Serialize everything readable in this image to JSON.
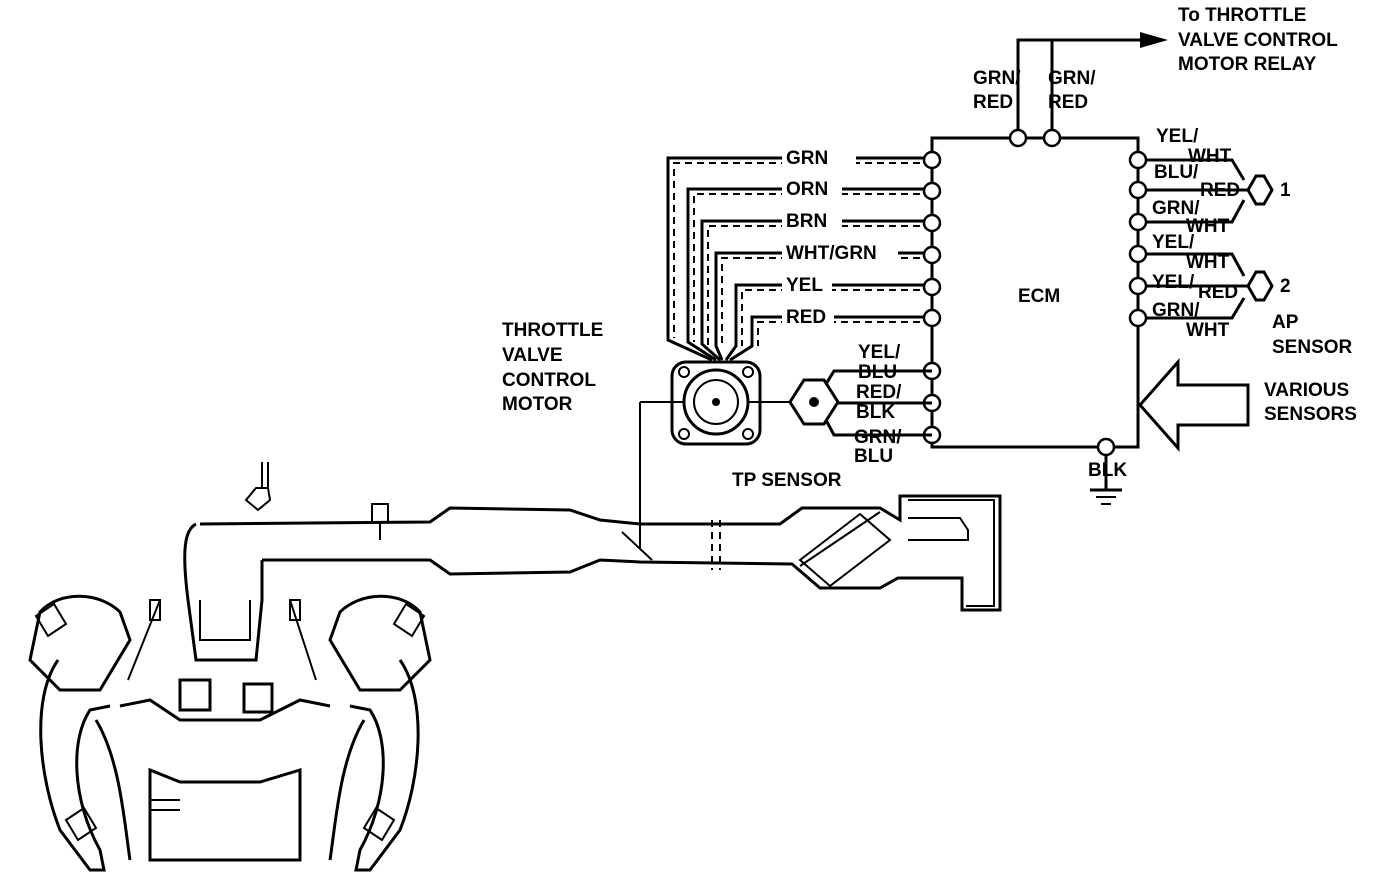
{
  "labels": {
    "relay": [
      "To THROTTLE",
      "VALVE CONTROL",
      "MOTOR RELAY"
    ],
    "grn_red_1": [
      "GRN/",
      "RED"
    ],
    "grn_red_2": [
      "GRN/",
      "RED"
    ],
    "ecm": "ECM",
    "motor": [
      "THROTTLE",
      "VALVE",
      "CONTROL",
      "MOTOR"
    ],
    "tp_sensor": "TP SENSOR",
    "ap_sensor": [
      "AP",
      "SENSOR"
    ],
    "various_sensors": [
      "VARIOUS",
      "SENSORS"
    ],
    "blk": "BLK",
    "sensor_1": "1",
    "sensor_2": "2"
  },
  "motor_wires": [
    "GRN",
    "ORN",
    "BRN",
    "WHT/GRN",
    "YEL",
    "RED"
  ],
  "tp_wires": [
    [
      "YEL/",
      "BLU"
    ],
    [
      "RED/",
      "BLK"
    ],
    [
      "GRN/",
      "BLU"
    ]
  ],
  "ap_wires_1": [
    [
      "YEL/",
      "WHT"
    ],
    [
      "BLU/",
      "RED"
    ],
    [
      "GRN/",
      "WHT"
    ]
  ],
  "ap_wires_2": [
    [
      "YEL/",
      "WHT"
    ],
    [
      "YEL/",
      "RED"
    ],
    [
      "GRN/",
      "WHT"
    ]
  ]
}
